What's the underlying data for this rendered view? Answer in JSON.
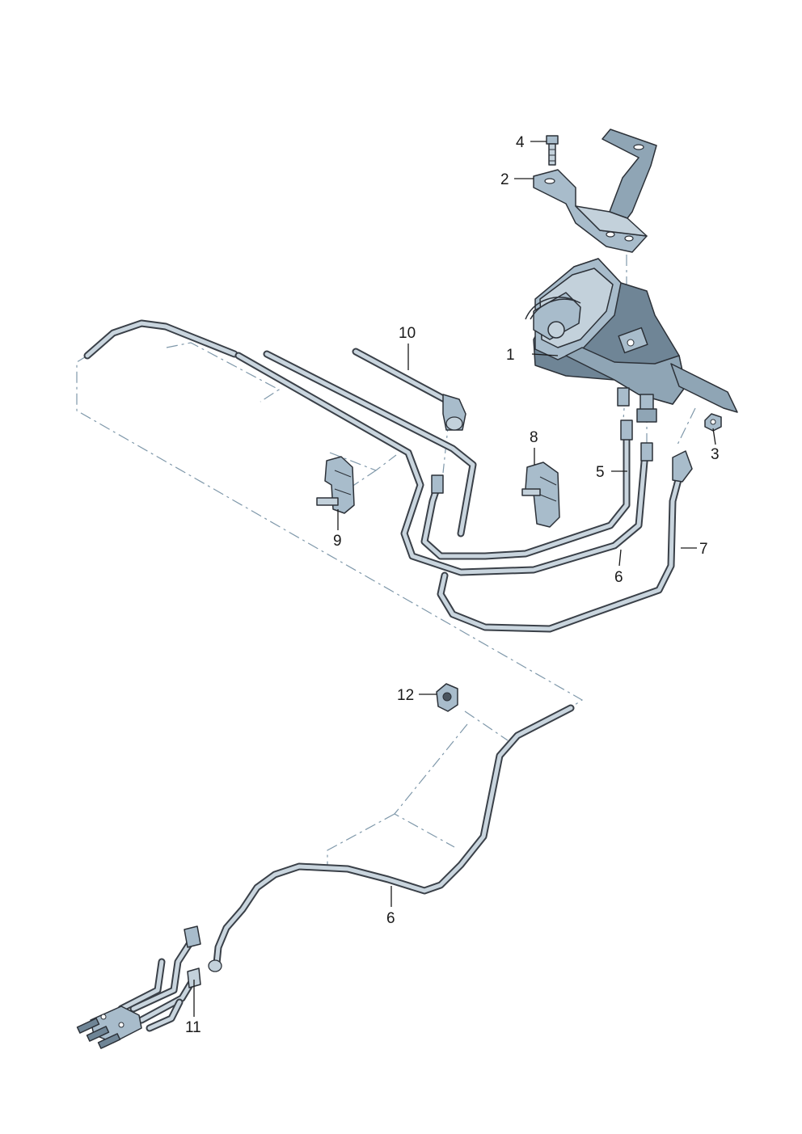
{
  "callouts": [
    {
      "id": "1",
      "label": "1"
    },
    {
      "id": "2",
      "label": "2"
    },
    {
      "id": "3",
      "label": "3"
    },
    {
      "id": "4",
      "label": "4"
    },
    {
      "id": "5",
      "label": "5"
    },
    {
      "id": "6a",
      "label": "6"
    },
    {
      "id": "6b",
      "label": "6"
    },
    {
      "id": "7",
      "label": "7"
    },
    {
      "id": "8",
      "label": "8"
    },
    {
      "id": "9",
      "label": "9"
    },
    {
      "id": "10",
      "label": "10"
    },
    {
      "id": "11",
      "label": "11"
    },
    {
      "id": "12",
      "label": "12"
    }
  ],
  "colors": {
    "part_fill": "#a8bccb",
    "part_shadow": "#6f8596",
    "part_highlight": "#dde6ec",
    "outline": "#2c3138",
    "dash_line": "#7f98aa",
    "label_text": "#1a1a1a"
  }
}
